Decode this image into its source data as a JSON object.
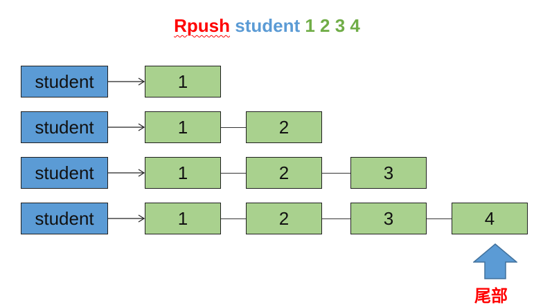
{
  "title": {
    "command": "Rpush",
    "key": "student",
    "values": "1 2 3 4"
  },
  "rows": [
    {
      "key": "student",
      "nodes": [
        "1"
      ]
    },
    {
      "key": "student",
      "nodes": [
        "1",
        "2"
      ]
    },
    {
      "key": "student",
      "nodes": [
        "1",
        "2",
        "3"
      ]
    },
    {
      "key": "student",
      "nodes": [
        "1",
        "2",
        "3",
        "4"
      ]
    }
  ],
  "tail_label": "尾部",
  "colors": {
    "key_fill": "#5b9bd5",
    "node_fill": "#a9d18e",
    "command_text": "#ff0000",
    "values_text": "#70ad47",
    "tail_arrow": "#5b9bd5"
  },
  "icons": {
    "tail_pointer": "up-arrow-icon"
  }
}
